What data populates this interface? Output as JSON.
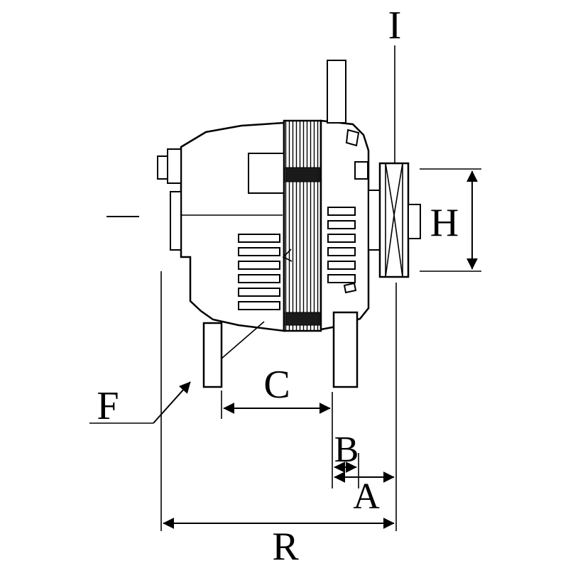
{
  "page": {
    "background": "#ffffff",
    "line_color": "#000000"
  },
  "diagram": {
    "type": "technical-dimension-drawing",
    "subject": "alternator side view with dimension callouts",
    "labels": {
      "I": "I",
      "H": "H",
      "F": "F",
      "C": "C",
      "B": "B",
      "A": "A",
      "R": "R"
    }
  }
}
